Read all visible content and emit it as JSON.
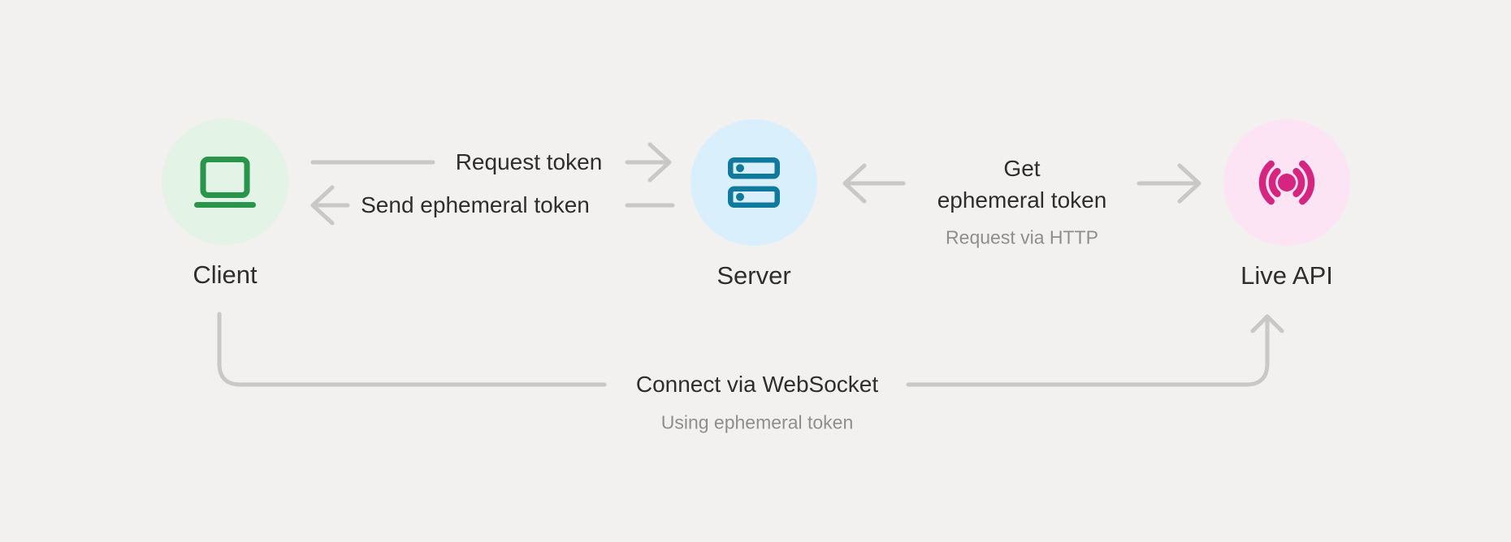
{
  "canvas": {
    "background": "#f2f1ef"
  },
  "nodes": {
    "client": {
      "label": "Client",
      "icon": "laptop-icon",
      "circle_color": "#e3f3e6",
      "icon_color": "#28954a"
    },
    "server": {
      "label": "Server",
      "icon": "server-icon",
      "circle_color": "#d9effb",
      "icon_color": "#0f7a9e"
    },
    "live_api": {
      "label": "Live API",
      "icon": "broadcast-icon",
      "circle_color": "#fce4f4",
      "icon_color": "#d62580"
    }
  },
  "edges": {
    "request_token": {
      "label": "Request token",
      "from": "Client",
      "to": "Server"
    },
    "send_ephemeral_token": {
      "label": "Send ephemeral token",
      "from": "Server",
      "to": "Client"
    },
    "get_ephemeral_token": {
      "label": "Get\nephemeral token",
      "sublabel": "Request via HTTP",
      "between": "Server and Live API"
    },
    "connect_websocket": {
      "label": "Connect via WebSocket",
      "sublabel": "Using ephemeral token",
      "from": "Client",
      "to": "Live API"
    }
  },
  "colors": {
    "connector_line": "#c8c8c6",
    "text_primary": "#2e2e2e",
    "text_secondary": "#8e8e8c"
  }
}
